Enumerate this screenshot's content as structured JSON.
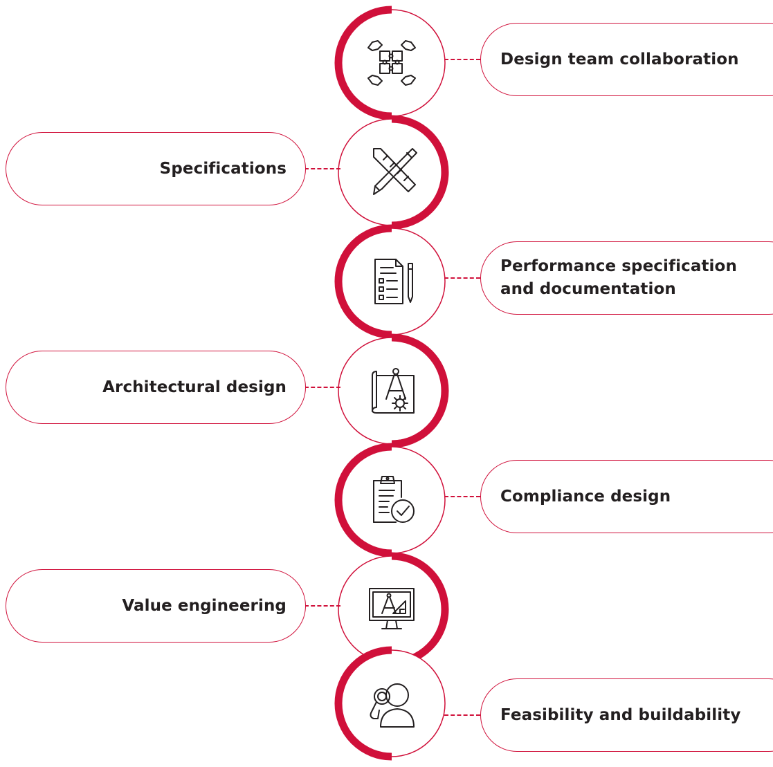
{
  "colors": {
    "accent": "#d0103a",
    "text": "#231f20",
    "icon_stroke": "#231f20",
    "background": "#ffffff"
  },
  "steps": [
    {
      "label": "Design team collaboration",
      "side": "right",
      "icon": "puzzle-hands-icon"
    },
    {
      "label": "Specifications",
      "side": "left",
      "icon": "pencil-ruler-icon"
    },
    {
      "label": "Performance specification and documentation",
      "side": "right",
      "icon": "checklist-document-icon"
    },
    {
      "label": "Architectural design",
      "side": "left",
      "icon": "blueprint-compass-gear-icon"
    },
    {
      "label": "Compliance design",
      "side": "right",
      "icon": "clipboard-check-icon"
    },
    {
      "label": "Value engineering",
      "side": "left",
      "icon": "monitor-drafting-icon"
    },
    {
      "label": "Feasibility and buildability",
      "side": "right",
      "icon": "person-magnifier-icon"
    }
  ]
}
